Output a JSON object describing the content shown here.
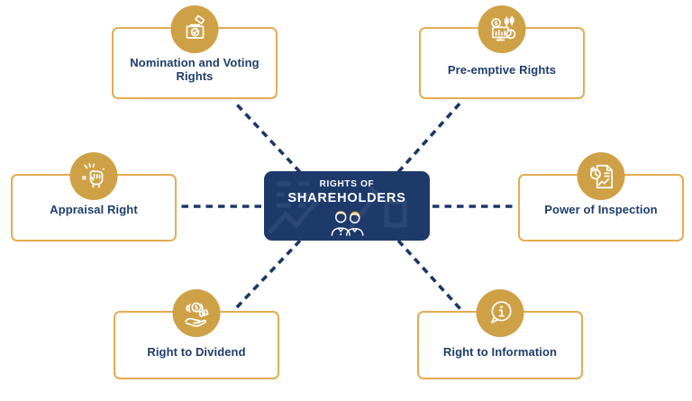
{
  "title": "Rights of Shareholders diagram",
  "center": {
    "eyebrow": "RIGHTS OF",
    "title": "SHAREHOLDERS",
    "icon": "shareholders-people-icon"
  },
  "nodes": [
    {
      "label": "Nomination and Voting Rights",
      "icon": "ballot-box-icon",
      "position": "top-left"
    },
    {
      "label": "Pre-emptive Rights",
      "icon": "stock-monitor-icon",
      "position": "top-right"
    },
    {
      "label": "Appraisal Right",
      "icon": "raised-fist-icon",
      "position": "middle-left"
    },
    {
      "label": "Power of Inspection",
      "icon": "report-chart-icon",
      "position": "middle-right"
    },
    {
      "label": "Right to Dividend",
      "icon": "hand-coins-icon",
      "position": "bottom-left"
    },
    {
      "label": "Right to Information",
      "icon": "info-bubble-icon",
      "position": "bottom-right"
    }
  ],
  "colors": {
    "icon_circle_gold": "#CFA146",
    "box_border_gold": "#E3AC52",
    "center_navy": "#1E3A6B",
    "connector_navy": "#1C3768",
    "label_text": "#1E3D6C",
    "icon_stroke": "#FFFFFF",
    "hair_gold": "#DCA94F",
    "background": "#FFFFFF"
  }
}
